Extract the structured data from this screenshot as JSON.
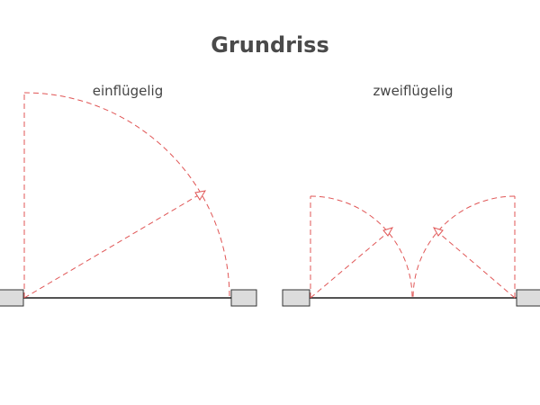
{
  "title": "Grundriss",
  "single_door": {
    "label": "einflügelig"
  },
  "double_door": {
    "label": "zweiflügelig"
  },
  "colors": {
    "title": "#4a4a4a",
    "swing_line": "#e05555",
    "wall_fill": "#dcdcdc",
    "door_leaf": "#1a1a1a"
  }
}
